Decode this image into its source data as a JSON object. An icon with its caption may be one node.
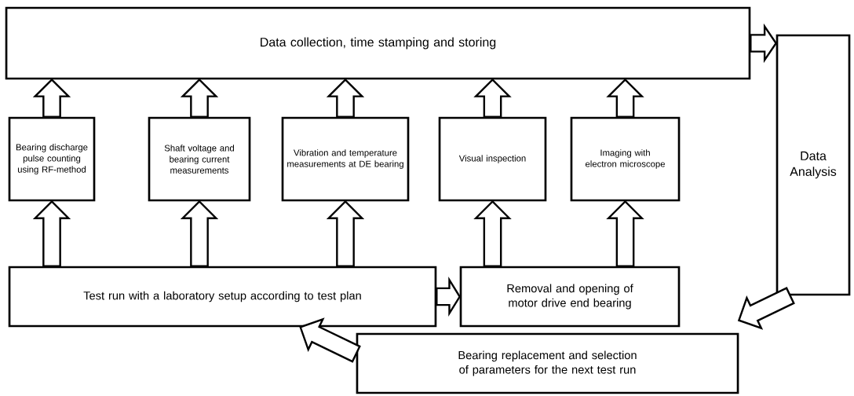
{
  "diagram": {
    "nodes": [
      {
        "text": [
          "Data collection, time stamping and storing"
        ]
      },
      {
        "text": [
          "Bearing discharge pulse counting using RF-method"
        ]
      },
      {
        "text": [
          "Shaft voltage and bearing current measurements"
        ]
      },
      {
        "text": [
          "Vibration and temperature measurements at DE bearing"
        ]
      },
      {
        "text": [
          "Visual inspection"
        ]
      },
      {
        "text": [
          "Imaging with electron microscope"
        ]
      },
      {
        "text": [
          "Data Analysis"
        ]
      },
      {
        "text": [
          "Test run with a laboratory setup according to test plan"
        ]
      },
      {
        "text": [
          "Removal and opening of motor drive end bearing"
        ]
      },
      {
        "text": [
          "Bearing replacement and selection of parameters for the next test run"
        ]
      }
    ],
    "edges": [
      {
        "from": 1,
        "to": 0,
        "arrow": "to"
      },
      {
        "from": 2,
        "to": 0,
        "arrow": "to"
      },
      {
        "from": 3,
        "to": 0,
        "arrow": "to"
      },
      {
        "from": 4,
        "to": 0,
        "arrow": "to"
      },
      {
        "from": 5,
        "to": 0,
        "arrow": "to"
      },
      {
        "from": 7,
        "to": 1,
        "arrow": "to"
      },
      {
        "from": 7,
        "to": 2,
        "arrow": "to"
      },
      {
        "from": 7,
        "to": 3,
        "arrow": "to"
      },
      {
        "from": 8,
        "to": 4,
        "arrow": "to"
      },
      {
        "from": 8,
        "to": 5,
        "arrow": "to"
      },
      {
        "from": 7,
        "to": 8,
        "arrow": "to"
      },
      {
        "from": 0,
        "to": 6,
        "arrow": "to"
      },
      {
        "from": 6,
        "to": 9,
        "arrow": "to"
      },
      {
        "from": 9,
        "to": 7,
        "arrow": "to"
      }
    ]
  }
}
